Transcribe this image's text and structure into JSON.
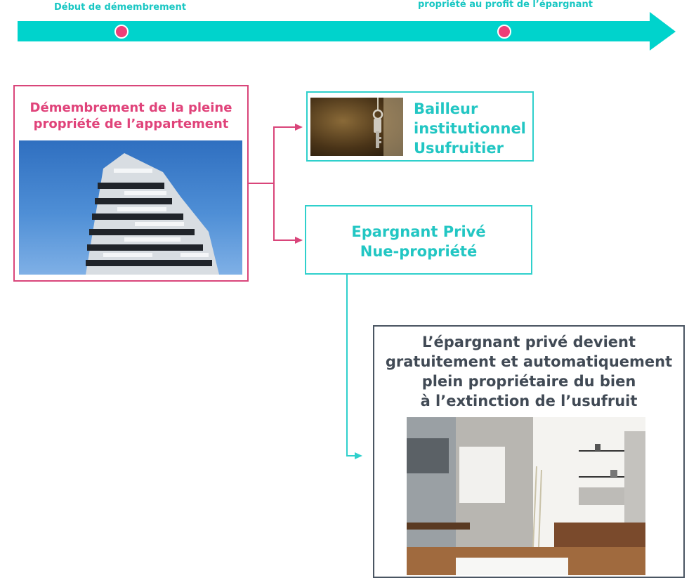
{
  "timeline": {
    "start_label": "Début de démembrement",
    "end_label": "propriété au profit de l’épargnant",
    "colors": {
      "arrow": "#00d3cc",
      "dot": "#ef3e78"
    }
  },
  "source": {
    "title_line1": "Démembrement de la pleine",
    "title_line2": "propriété de l’appartement",
    "image": "building-photo"
  },
  "usufruct": {
    "line1": "Bailleur",
    "line2": "institutionnel",
    "line3": "Usufruitier",
    "image": "keys-photo"
  },
  "bare": {
    "line1": "Epargnant Privé",
    "line2": "Nue-propriété"
  },
  "result": {
    "line1": "L’épargnant privé devient",
    "line2": "gratuitement et automatiquement",
    "line3": "plein propriétaire du bien",
    "line4": "à l’extinction de l’usufruit",
    "image": "interior-photo"
  },
  "colors": {
    "pink": "#d9457a",
    "teal": "#2fd0cc",
    "gray": "#4a5562"
  }
}
